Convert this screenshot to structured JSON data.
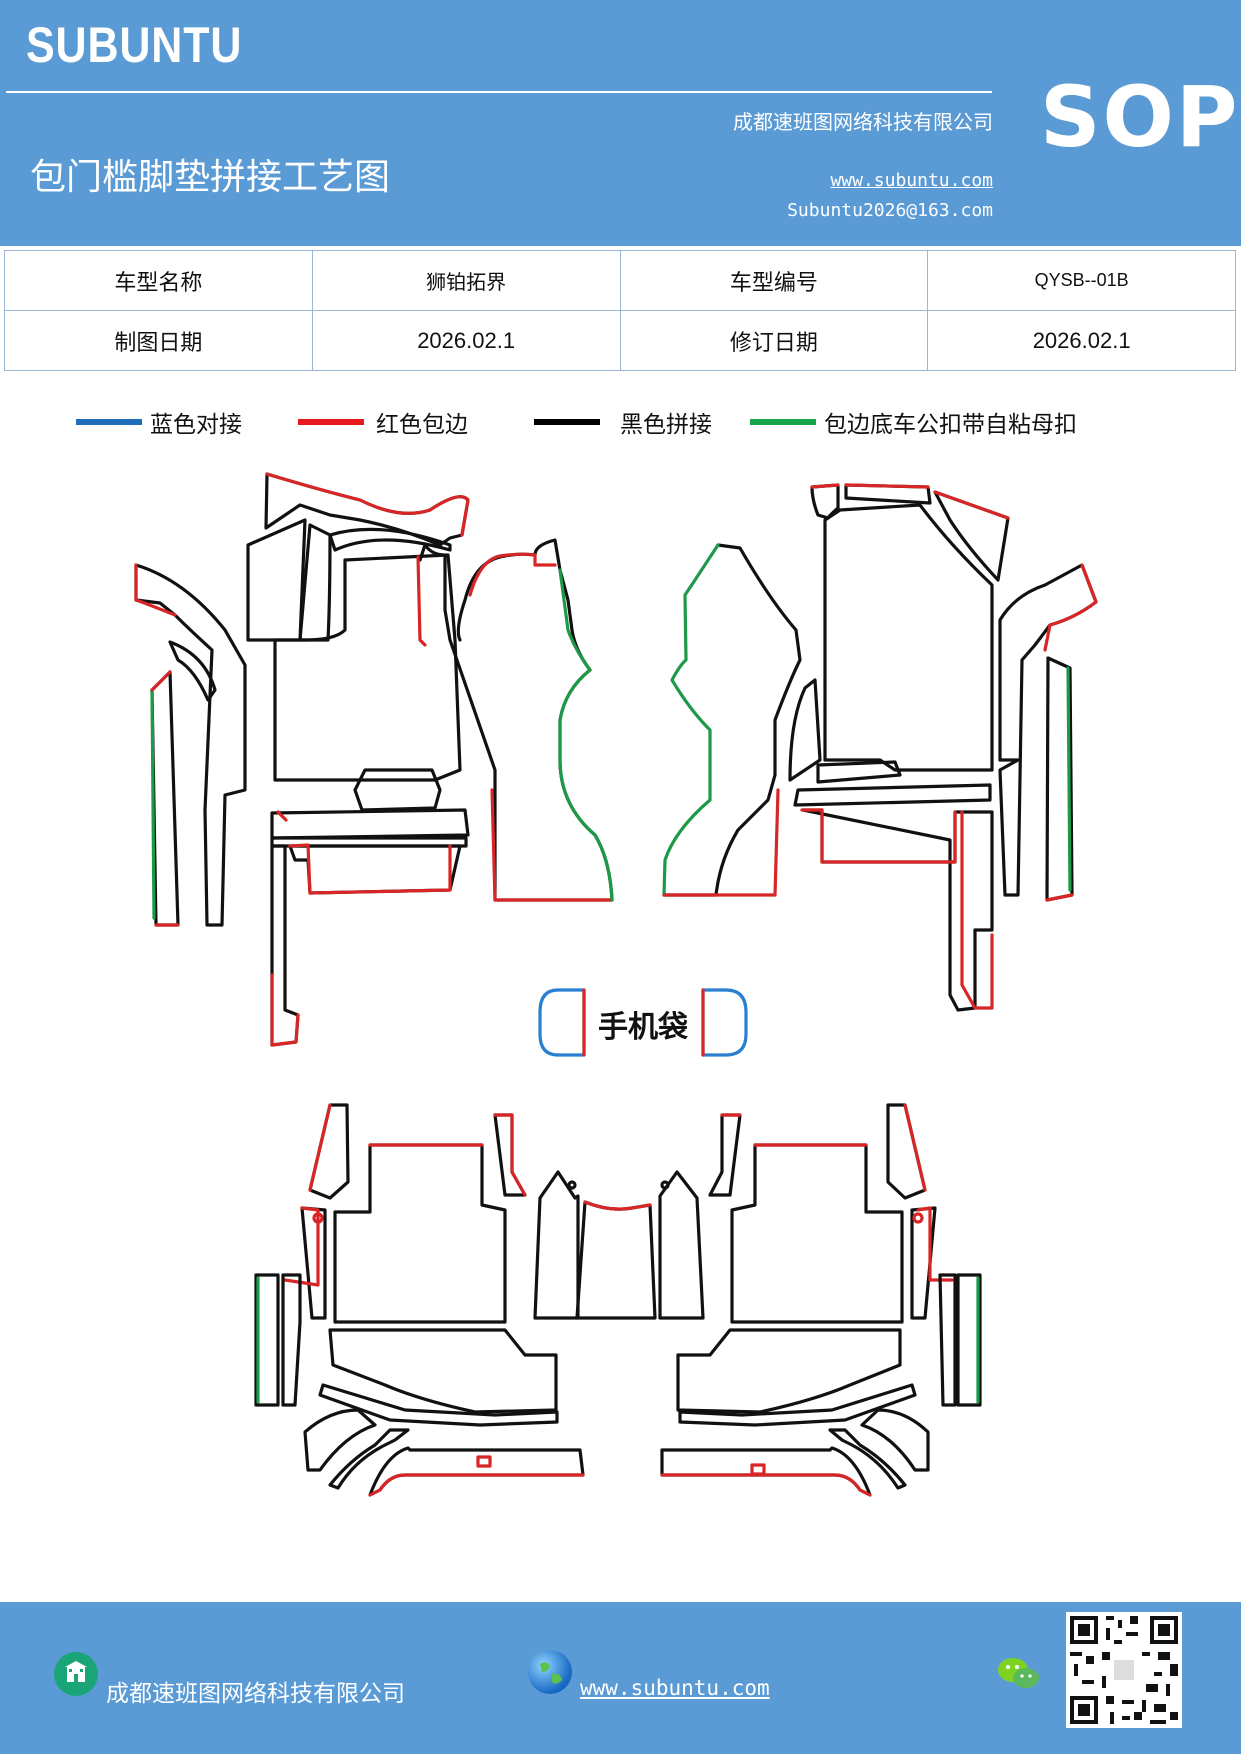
{
  "header": {
    "brand": "SUBUNTU",
    "sop": "SOP",
    "company": "成都速班图网络科技有限公司",
    "title": "包门槛脚垫拼接工艺图",
    "website": "www.subuntu.com",
    "email": "Subuntu2026@163.com"
  },
  "info_table": {
    "rows": [
      [
        "车型名称",
        "狮铂拓界",
        "车型编号",
        "QYSB--01B"
      ],
      [
        "制图日期",
        "2026.02.1",
        "修订日期",
        "2026.02.1"
      ]
    ]
  },
  "legend": [
    {
      "color": "#1f6fb8",
      "label": "蓝色对接"
    },
    {
      "color": "#e8191e",
      "label": "红色包边"
    },
    {
      "color": "#000000",
      "label": "黑色拼接"
    },
    {
      "color": "#17a34a",
      "label": "包边底车公扣带自粘母扣"
    }
  ],
  "diagram": {
    "phone_bag_label": "手机袋",
    "colors": {
      "black": "#111111",
      "red": "#d82626",
      "green": "#1c9a48",
      "blue": "#2a7fd0"
    }
  },
  "footer": {
    "company": "成都速班图网络科技有限公司",
    "website": "www.subuntu.com"
  }
}
